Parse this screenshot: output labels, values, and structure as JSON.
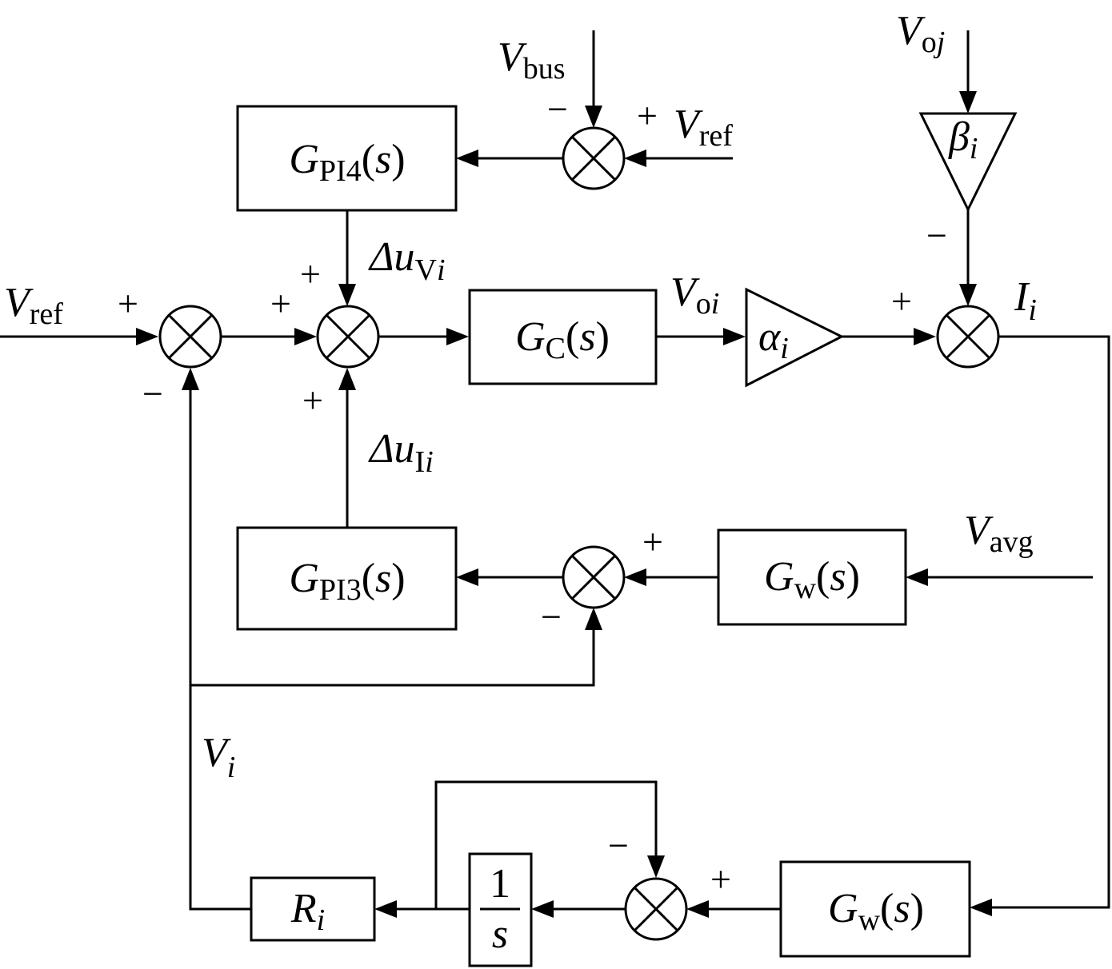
{
  "signals": {
    "vref_left": {
      "main": "V",
      "sub": "ref"
    },
    "vbus": {
      "main": "V",
      "sub": "bus"
    },
    "vref_top": {
      "main": "V",
      "sub": "ref"
    },
    "voj": {
      "main": "V",
      "sub": "o",
      "sub_it": "j"
    },
    "du_v": {
      "main": "Δu",
      "sub": "V",
      "sub_it": "i"
    },
    "du_i": {
      "main": "Δu",
      "sub": "I",
      "sub_it": "i"
    },
    "voi": {
      "main": "V",
      "sub": "o",
      "sub_it": "i"
    },
    "ii": {
      "main": "I",
      "sub_it": "i"
    },
    "vavg": {
      "main": "V",
      "sub": "avg"
    },
    "vi": {
      "main": "V",
      "sub_it": "i"
    }
  },
  "blocks": {
    "gpi4": {
      "main": "G",
      "sub": "PI4",
      "arg_open": "(",
      "arg": "s",
      "arg_close": ")"
    },
    "gpi3": {
      "main": "G",
      "sub": "PI3",
      "arg_open": "(",
      "arg": "s",
      "arg_close": ")"
    },
    "gc": {
      "main": "G",
      "sub": "C",
      "arg_open": "(",
      "arg": "s",
      "arg_close": ")"
    },
    "gw_mid": {
      "main": "G",
      "sub": "w",
      "arg_open": "(",
      "arg": "s",
      "arg_close": ")"
    },
    "gw_bot": {
      "main": "G",
      "sub": "w",
      "arg_open": "(",
      "arg": "s",
      "arg_close": ")"
    },
    "ri": {
      "main": "R",
      "sub_it": "i"
    },
    "integrator": {
      "num": "1",
      "den": "s"
    }
  },
  "gains": {
    "alpha": {
      "main": "α",
      "sub_it": "i"
    },
    "beta": {
      "main": "β",
      "sub_it": "i"
    }
  },
  "signs": {
    "plus": "+",
    "minus": "−"
  }
}
